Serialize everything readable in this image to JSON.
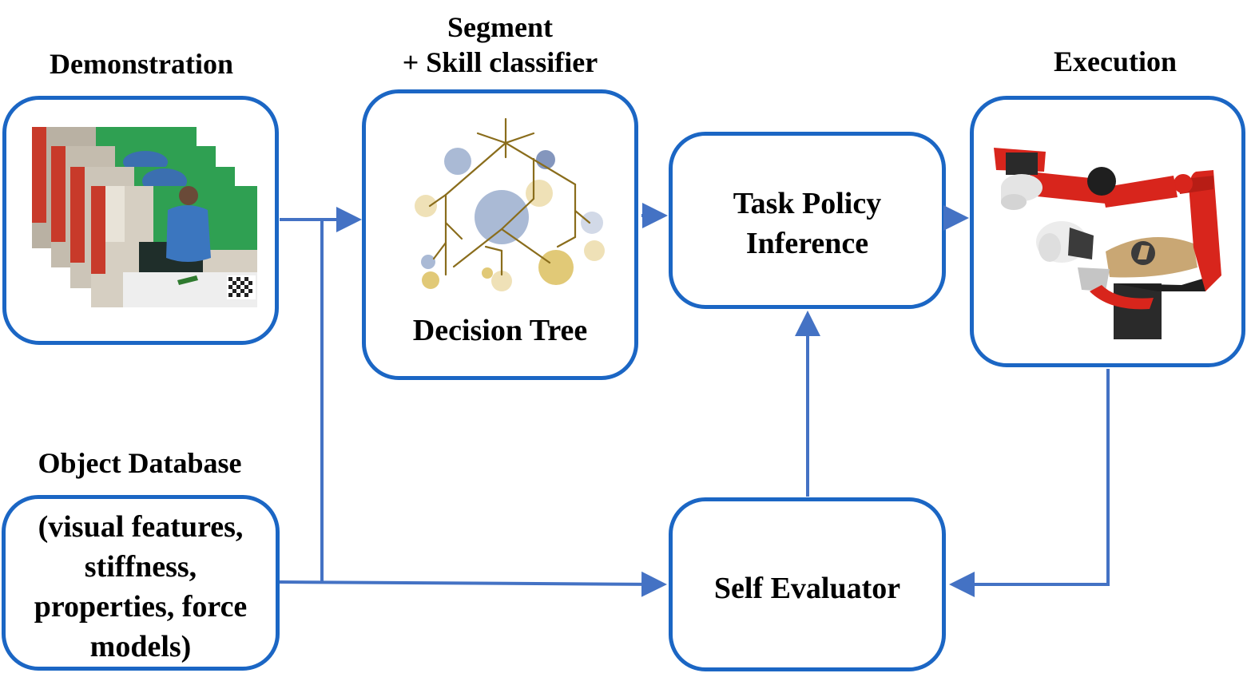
{
  "titles": {
    "demonstration": "Demonstration",
    "segment_line1": "Segment",
    "segment_line2": "+ Skill classifier",
    "execution": "Execution",
    "object_database": "Object Database"
  },
  "boxes": {
    "decision_tree_label": "Decision Tree",
    "task_policy_line1": "Task Policy",
    "task_policy_line2": "Inference",
    "self_evaluator": "Self Evaluator",
    "object_db_lines": [
      "(visual features,",
      "stiffness,",
      "properties, force",
      "models)"
    ]
  },
  "colors": {
    "box_border": "#1b66c4",
    "arrow": "#4472c4",
    "tree_branch": "#8a6d1c",
    "blue_circle": "#8ea3c8",
    "gold_circle": "#d8b74a",
    "robot_red": "#d8251c"
  }
}
